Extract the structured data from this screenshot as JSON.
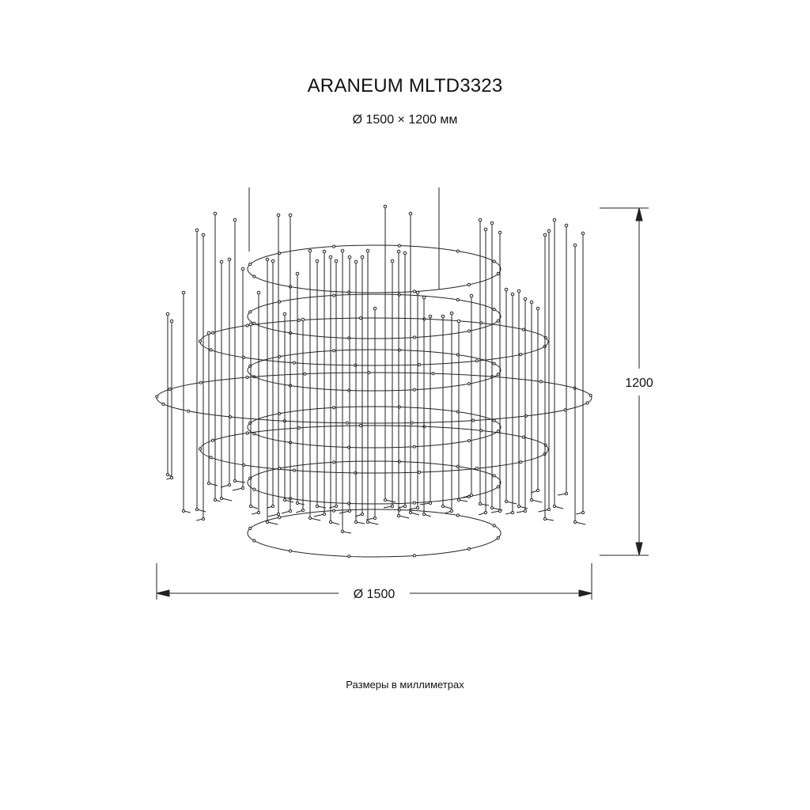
{
  "header": {
    "title": "ARANEUM MLTD3323",
    "subtitle": "Ø 1500 × 1200 мм"
  },
  "dimensions": {
    "height_label": "1200",
    "diameter_label": "Ø 1500"
  },
  "footer": {
    "note": "Размеры в миллиметрах"
  },
  "colors": {
    "line": "#222222",
    "background": "#ffffff"
  }
}
